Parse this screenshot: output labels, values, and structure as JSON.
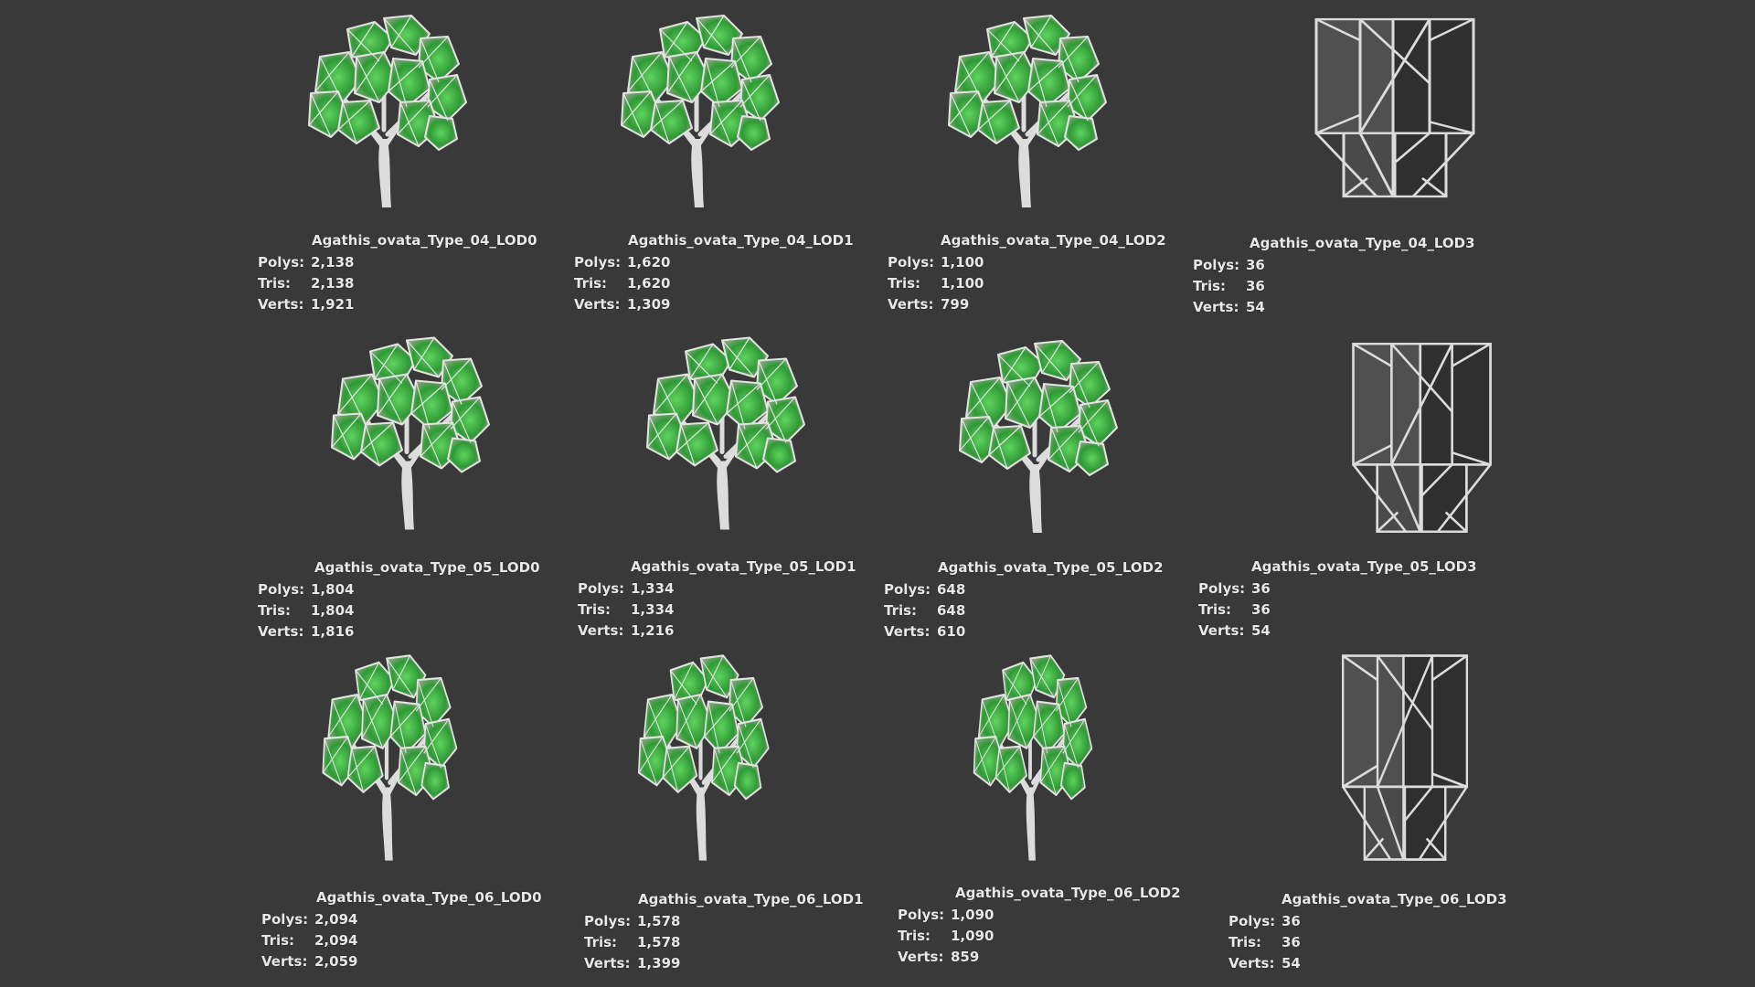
{
  "colors": {
    "background": "#393939",
    "text": "#e8e8e8",
    "wire": "#d9d9d9",
    "leaf_green": "#3fae3f",
    "billboard_fill_light": "#5e5e5e",
    "billboard_fill_dark": "#2f2f2f"
  },
  "labels": {
    "polys": "Polys:",
    "tris": "Tris:",
    "verts": "Verts:"
  },
  "models": [
    {
      "name": "Agathis_ovata_Type_04_LOD0",
      "polys": "2,138",
      "tris": "2,138",
      "verts": "1,921",
      "kind": "tree-icon"
    },
    {
      "name": "Agathis_ovata_Type_04_LOD1",
      "polys": "1,620",
      "tris": "1,620",
      "verts": "1,309",
      "kind": "tree-icon"
    },
    {
      "name": "Agathis_ovata_Type_04_LOD2",
      "polys": "1,100",
      "tris": "1,100",
      "verts": "799",
      "kind": "tree-icon"
    },
    {
      "name": "Agathis_ovata_Type_04_LOD3",
      "polys": "36",
      "tris": "36",
      "verts": "54",
      "kind": "billboard-icon"
    },
    {
      "name": "Agathis_ovata_Type_05_LOD0",
      "polys": "1,804",
      "tris": "1,804",
      "verts": "1,816",
      "kind": "tree-icon"
    },
    {
      "name": "Agathis_ovata_Type_05_LOD1",
      "polys": "1,334",
      "tris": "1,334",
      "verts": "1,216",
      "kind": "tree-icon"
    },
    {
      "name": "Agathis_ovata_Type_05_LOD2",
      "polys": "648",
      "tris": "648",
      "verts": "610",
      "kind": "tree-icon"
    },
    {
      "name": "Agathis_ovata_Type_05_LOD3",
      "polys": "36",
      "tris": "36",
      "verts": "54",
      "kind": "billboard-icon"
    },
    {
      "name": "Agathis_ovata_Type_06_LOD0",
      "polys": "2,094",
      "tris": "2,094",
      "verts": "2,059",
      "kind": "tree-icon"
    },
    {
      "name": "Agathis_ovata_Type_06_LOD1",
      "polys": "1,578",
      "tris": "1,578",
      "verts": "1,399",
      "kind": "tree-icon"
    },
    {
      "name": "Agathis_ovata_Type_06_LOD2",
      "polys": "1,090",
      "tris": "1,090",
      "verts": "859",
      "kind": "tree-icon"
    },
    {
      "name": "Agathis_ovata_Type_06_LOD3",
      "polys": "36",
      "tris": "36",
      "verts": "54",
      "kind": "billboard-icon"
    }
  ]
}
